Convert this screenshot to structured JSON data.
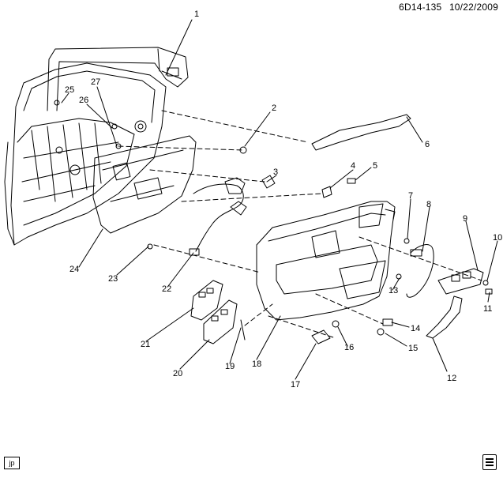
{
  "header": {
    "code": "6D14-135",
    "date": "10/22/2009"
  },
  "footer": {
    "corner_tag": "jp"
  },
  "callouts": [
    "1",
    "2",
    "3",
    "4",
    "5",
    "6",
    "7",
    "8",
    "9",
    "10",
    "11",
    "12",
    "13",
    "14",
    "15",
    "16",
    "17",
    "18",
    "19",
    "20",
    "21",
    "22",
    "23",
    "24",
    "25",
    "26",
    "27"
  ]
}
